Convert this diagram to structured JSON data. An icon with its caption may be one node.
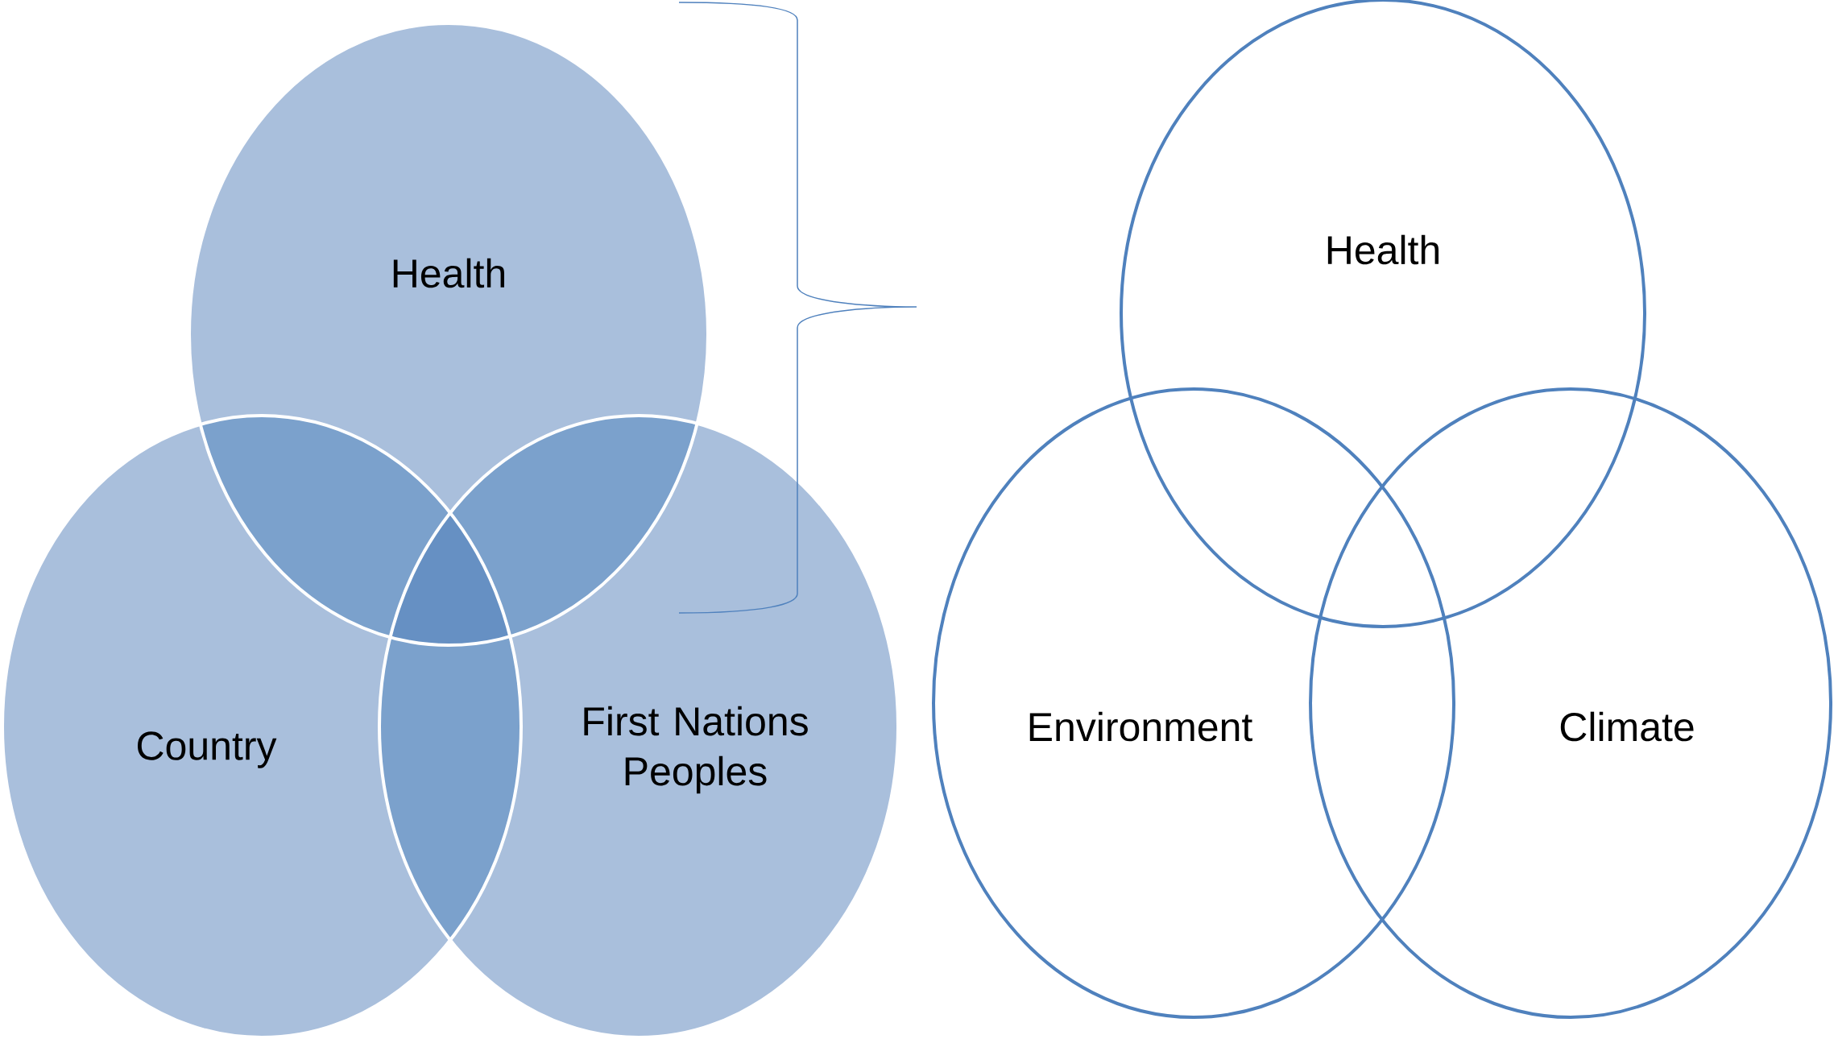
{
  "diagram": {
    "nodes": [
      {
        "text": [
          "Health"
        ]
      },
      {
        "text": [
          "Country"
        ]
      },
      {
        "text": [
          "First Nations Peoples"
        ]
      },
      {
        "text": [
          "Health"
        ]
      },
      {
        "text": [
          "Environment"
        ]
      },
      {
        "text": [
          "Climate"
        ]
      }
    ]
  }
}
